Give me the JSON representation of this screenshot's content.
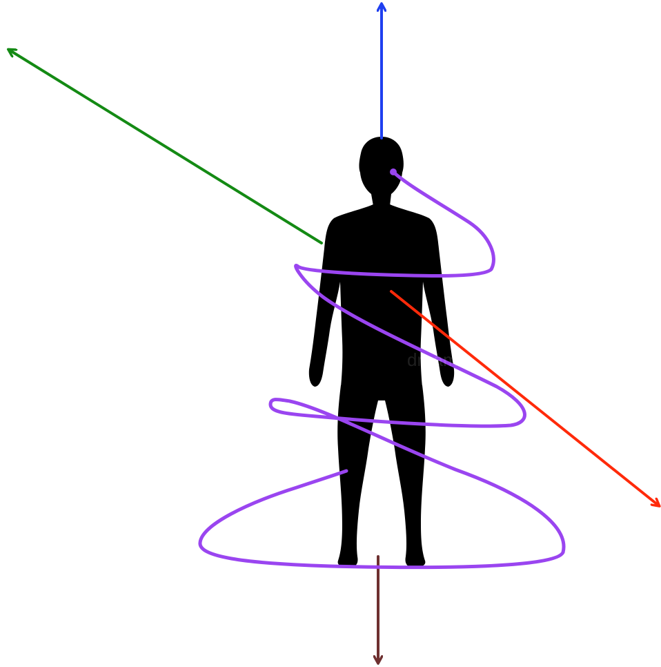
{
  "diagram": {
    "colors": {
      "background": "#ffffff",
      "figure": "#000000",
      "arrow_up": "#1f3ff0",
      "arrow_upper_left": "#148a14",
      "arrow_lower_right": "#ff2a0a",
      "arrow_down": "#6e3030",
      "spiral": "#9a45f0"
    },
    "elements": {
      "figure": "human-silhouette",
      "arrows": [
        "up",
        "upper-left",
        "lower-right",
        "down"
      ],
      "spiral": "purple-spiral-around-body"
    },
    "watermark": "dreams"
  }
}
